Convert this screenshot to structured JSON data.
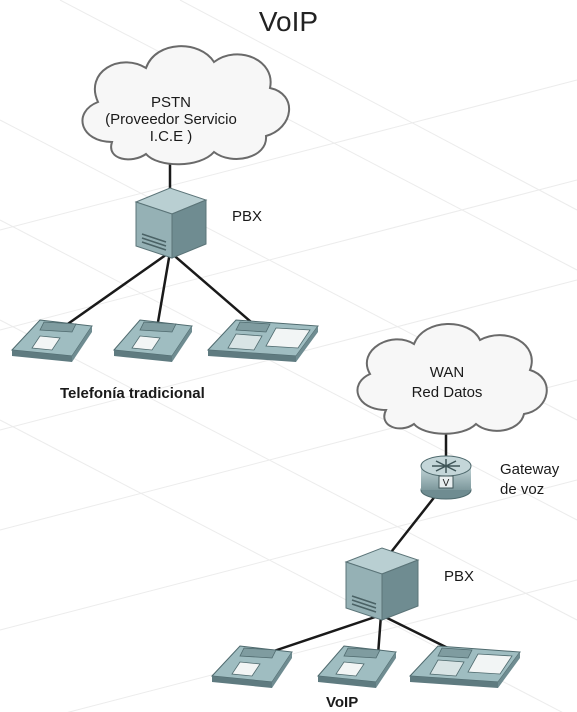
{
  "title": "VoIP",
  "pstn": {
    "line1": "PSTN",
    "line2": "(Proveedor Servicio",
    "line3": "I.C.E )"
  },
  "pbx_top": {
    "label": "PBX"
  },
  "traditional": {
    "caption": "Telefonía tradicional"
  },
  "wan": {
    "line1": "WAN",
    "line2": "Red Datos"
  },
  "gateway": {
    "line1": "Gateway",
    "line2": "de voz",
    "badge": "V"
  },
  "pbx_bottom": {
    "label": "PBX"
  },
  "voip": {
    "caption": "VoIP"
  },
  "colors": {
    "device_top": "#b9cfd2",
    "device_side": "#6f8c91",
    "device_front": "#95b1b5",
    "cloud_fill": "#f7f7f7",
    "cloud_stroke": "#6a6a6a",
    "link": "#1a1a1a",
    "grid": "#ececec"
  }
}
